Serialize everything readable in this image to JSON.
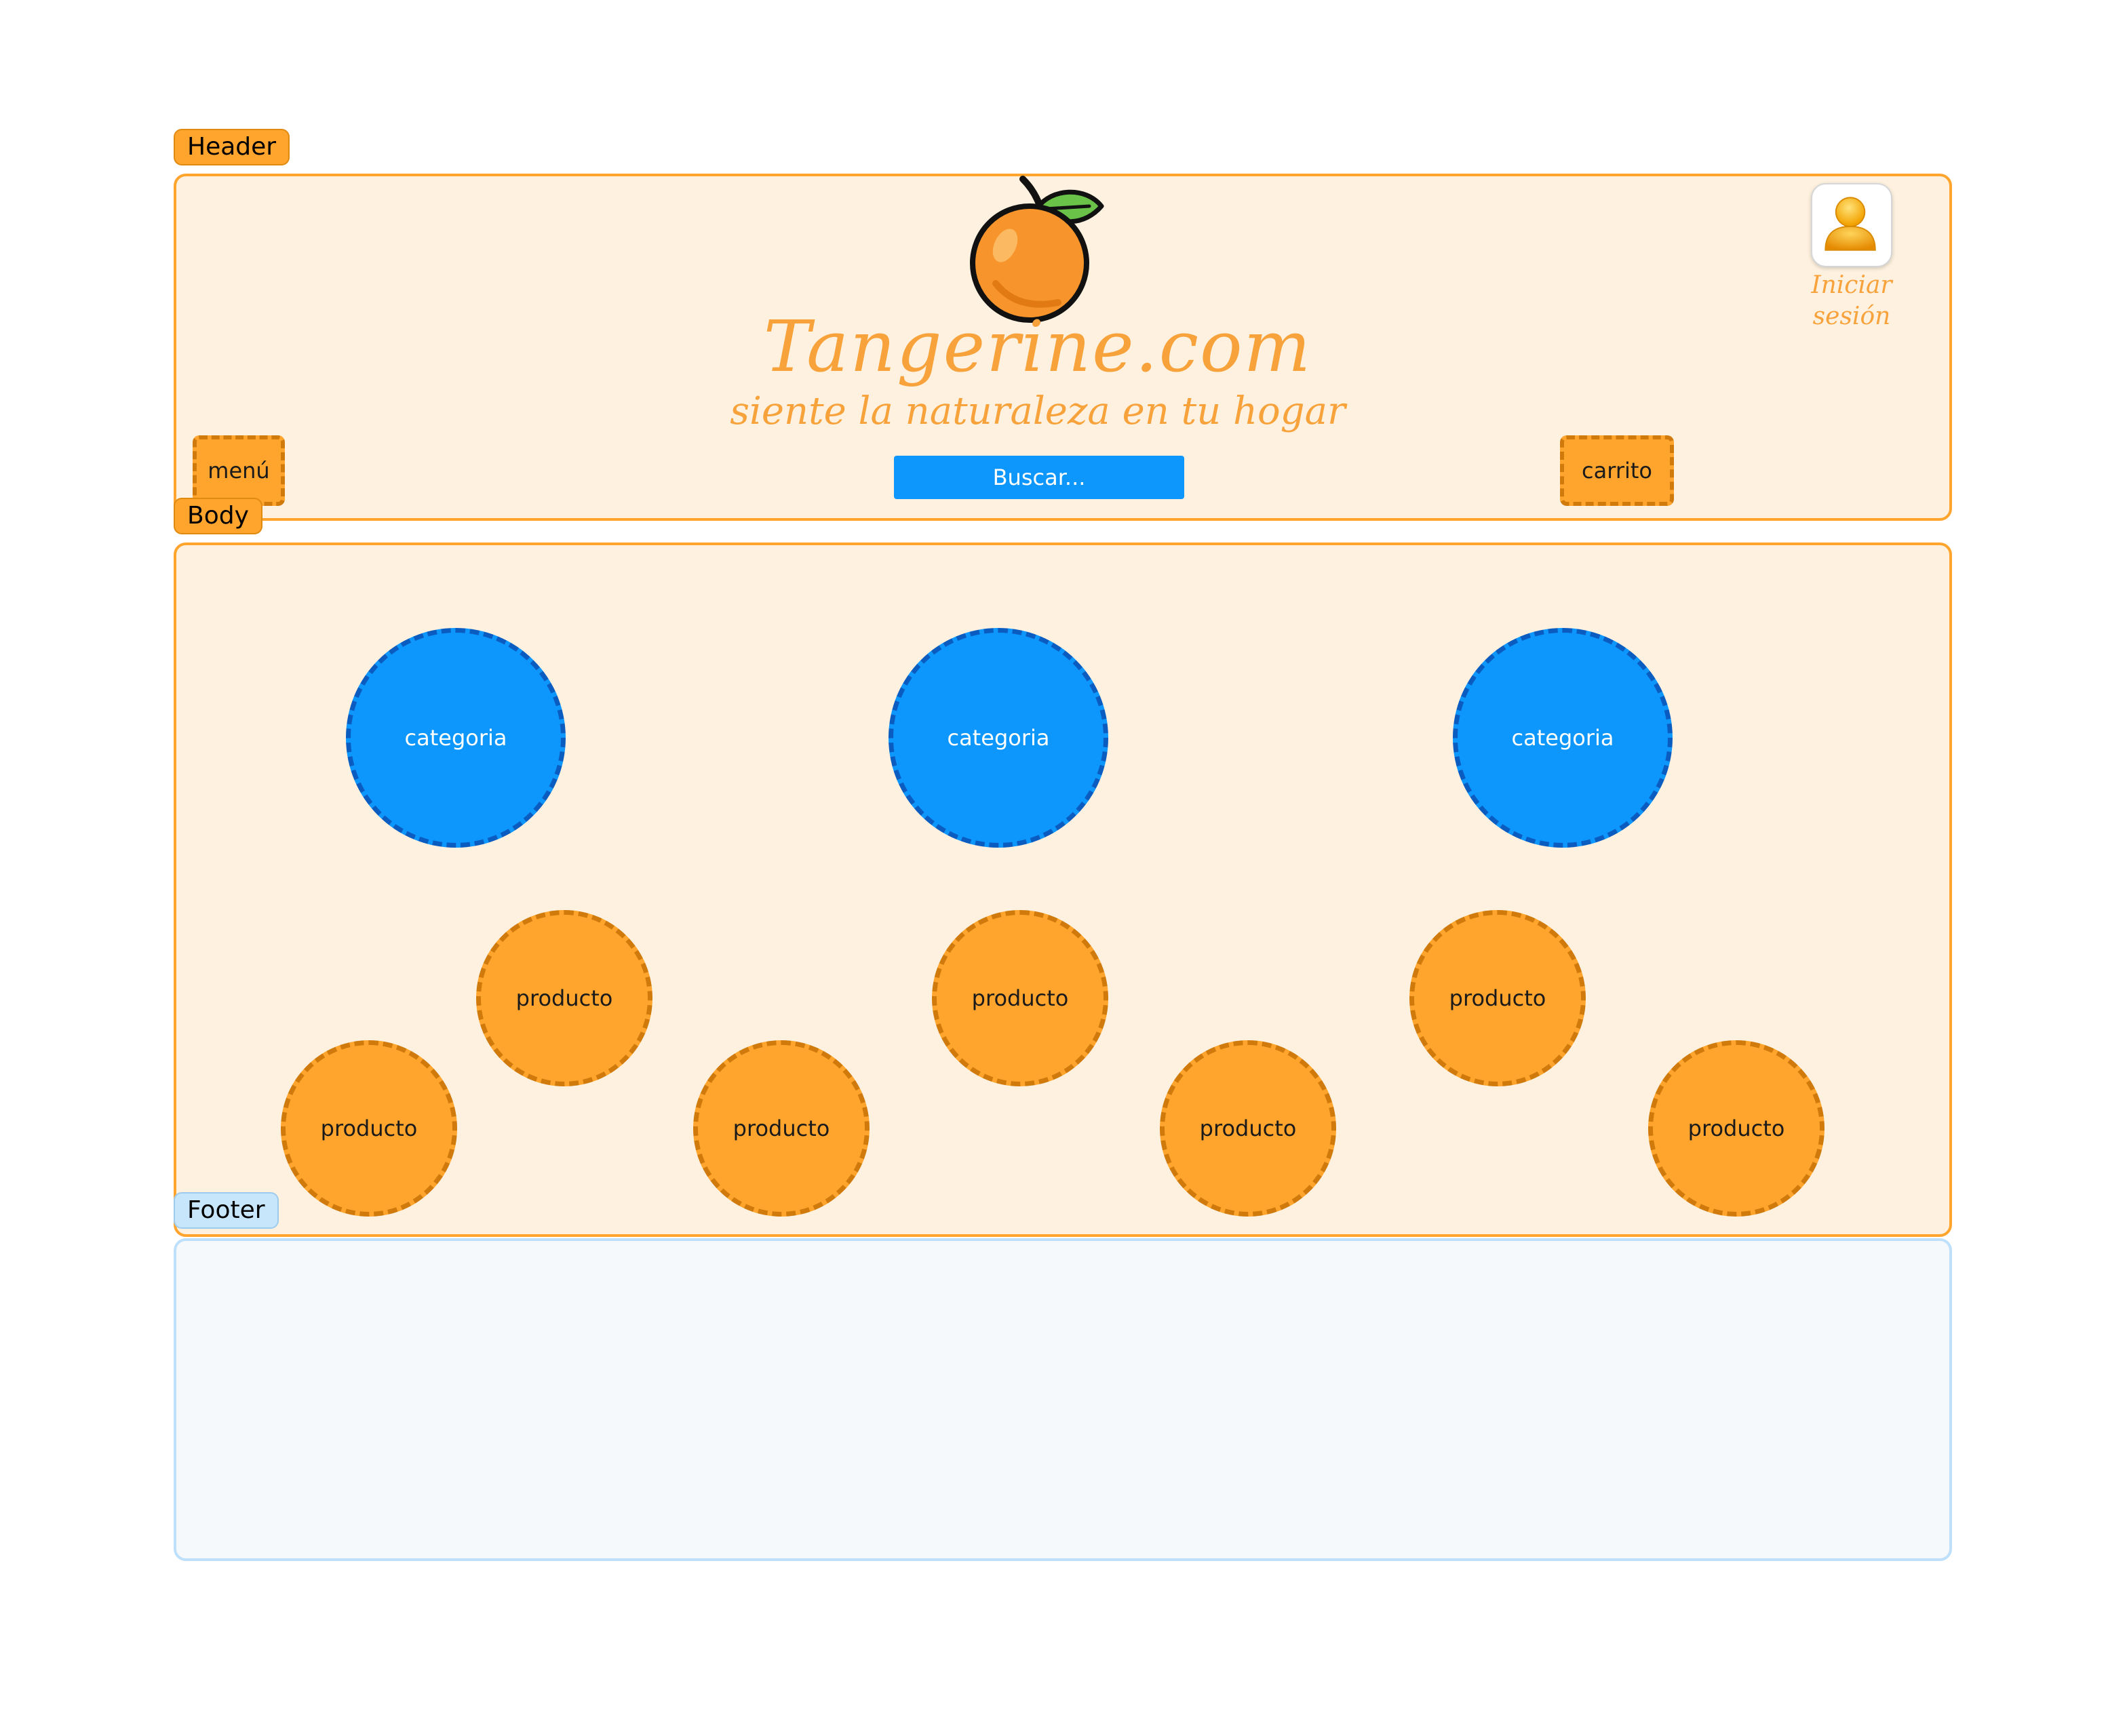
{
  "sections": {
    "header_label": "Header",
    "body_label": "Body",
    "footer_label": "Footer"
  },
  "header": {
    "brand_title": "Tangerine.com",
    "slogan": "siente la naturaleza en tu hogar",
    "login_label": "Iniciar sesión",
    "menu_label": "menú",
    "search_placeholder": "Buscar...",
    "cart_label": "carrito"
  },
  "body": {
    "categories": [
      {
        "label": "categoria"
      },
      {
        "label": "categoria"
      },
      {
        "label": "categoria"
      }
    ],
    "products": [
      {
        "label": "producto"
      },
      {
        "label": "producto"
      },
      {
        "label": "producto"
      },
      {
        "label": "producto"
      },
      {
        "label": "producto"
      },
      {
        "label": "producto"
      },
      {
        "label": "producto"
      }
    ]
  },
  "colors": {
    "orange": "#ffa52e",
    "orange_border": "#d17a0c",
    "blue": "#0d96fb",
    "blue_border": "#0a5cc0",
    "header_body_fill": "#fef1df",
    "footer_fill": "#f5f9fc"
  },
  "icons": {
    "logo": "tangerine-icon",
    "login": "user-avatar-icon"
  }
}
